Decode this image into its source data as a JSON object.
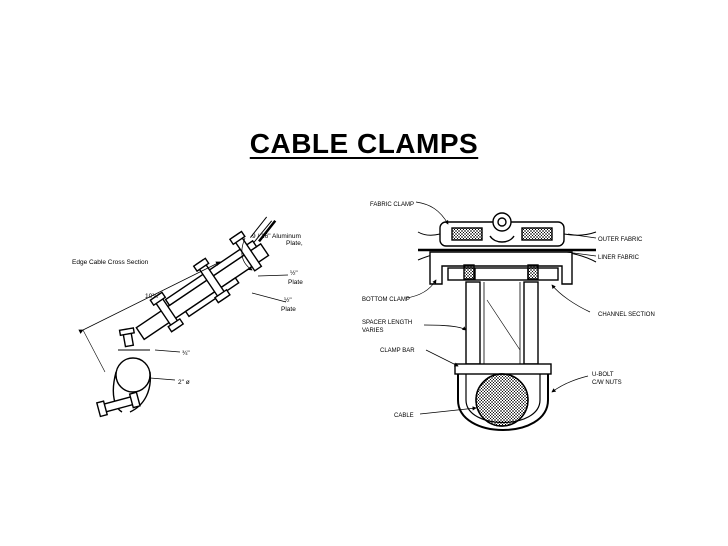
{
  "slide": {
    "title": "CABLE CLAMPS"
  },
  "left_figure": {
    "labels": {
      "section": "Edge Cable Cross Section",
      "aluminum_line1": "9 / 16\" Aluminum",
      "aluminum_line2": "Plate,",
      "plate_a_line1": "½\"",
      "plate_a_line2": "Plate",
      "plate_b_line1": "½\"",
      "plate_b_line2": "Plate",
      "dim_length": "10¼\"",
      "dim_small": "¾\"",
      "dim_dia": "2\" ø"
    }
  },
  "right_figure": {
    "labels": {
      "fabric_clamp": "FABRIC CLAMP",
      "outer_fabric": "OUTER FABRIC",
      "liner_fabric": "LINER FABRIC",
      "bottom_clamp": "BOTTOM CLAMP",
      "channel_section": "CHANNEL SECTION",
      "spacer_line1": "SPACER LENGTH",
      "spacer_line2": "VARIES",
      "clamp_bar": "CLAMP BAR",
      "ubolt_line1": "U-BOLT",
      "ubolt_line2": "C/W NUTS",
      "cable": "CABLE"
    }
  }
}
